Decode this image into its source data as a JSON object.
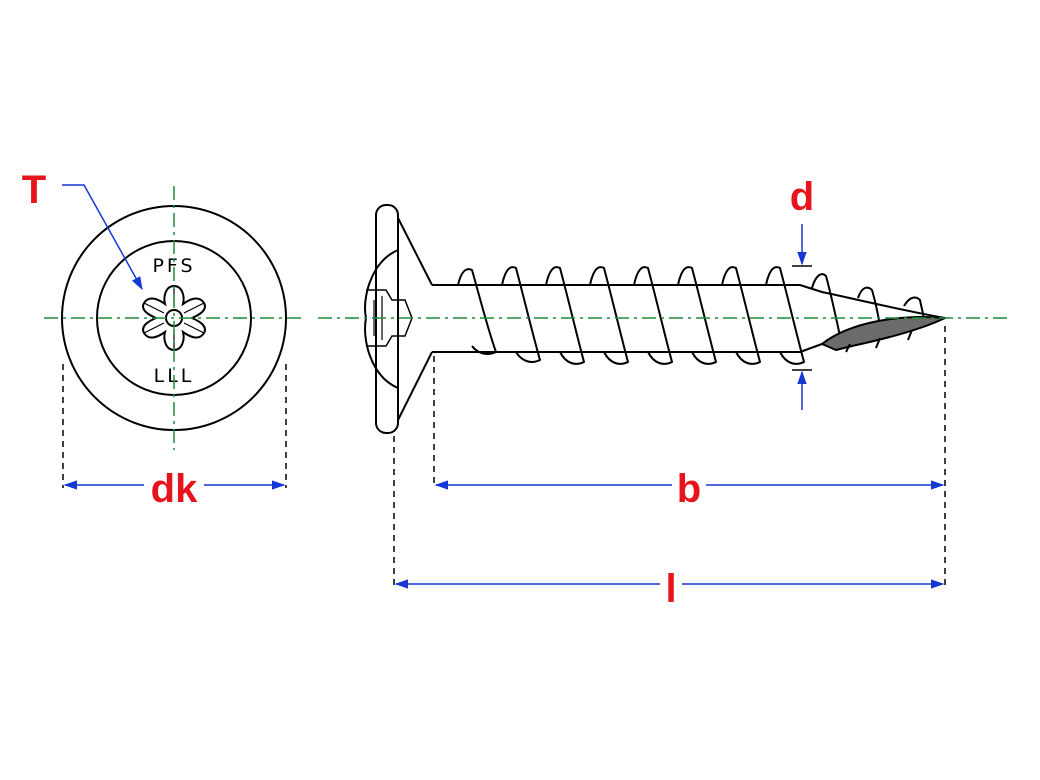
{
  "labels": {
    "t": "T",
    "d": "d",
    "dk": "dk",
    "b": "b",
    "l": "l",
    "head_mark_top": "PFS",
    "head_mark_bottom": "LLL"
  },
  "colors": {
    "outline": "#000000",
    "label": "#e8141c",
    "dimension": "#1537d4",
    "centerline": "#1e8f3c",
    "tip_fill": "#6b6b6b"
  }
}
